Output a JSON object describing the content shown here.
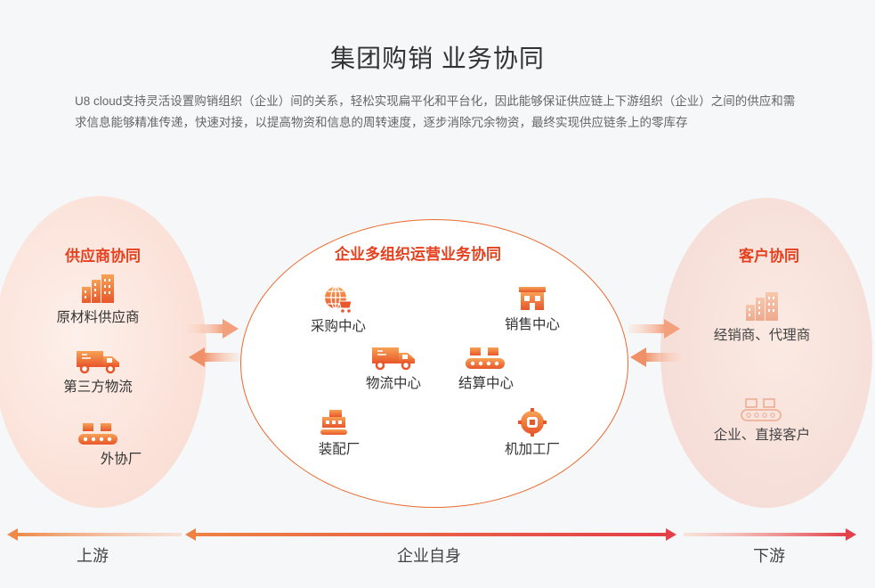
{
  "header": {
    "title": "集团购销 业务协同",
    "description": "U8 cloud支持灵活设置购销组织（企业）间的关系，轻松实现扁平化和平台化，因此能够保证供应链上下游组织（企业）之间的供应和需求信息能够精准传递，快速对接，以提高物资和信息的周转速度，逐步消除冗余物资，最终实现供应链条上的零库存"
  },
  "left": {
    "title": "供应商协同",
    "items": [
      {
        "label": "原材料供应商",
        "icon": "factory-icon"
      },
      {
        "label": "第三方物流",
        "icon": "truck-icon"
      },
      {
        "label": "外协厂",
        "icon": "conveyor-icon"
      }
    ]
  },
  "center": {
    "title": "企业多组织运营业务协同",
    "items": [
      {
        "label": "采购中心",
        "icon": "globe-cart-icon"
      },
      {
        "label": "销售中心",
        "icon": "store-icon"
      },
      {
        "label": "物流中心",
        "icon": "truck-icon"
      },
      {
        "label": "结算中心",
        "icon": "conveyor-icon"
      },
      {
        "label": "装配厂",
        "icon": "assembly-icon"
      },
      {
        "label": "机加工厂",
        "icon": "gear-icon"
      }
    ]
  },
  "right": {
    "title": "客户协同",
    "items": [
      {
        "label": "经销商、代理商",
        "icon": "building-icon"
      },
      {
        "label": "企业、直接客户",
        "icon": "conveyor-icon"
      }
    ]
  },
  "axis": {
    "upstream": "上游",
    "self": "企业自身",
    "downstream": "下游"
  },
  "colors": {
    "accent_red": "#e5411f",
    "accent_orange": "#f08a3c",
    "ellipse_border": "#e96a2c"
  }
}
